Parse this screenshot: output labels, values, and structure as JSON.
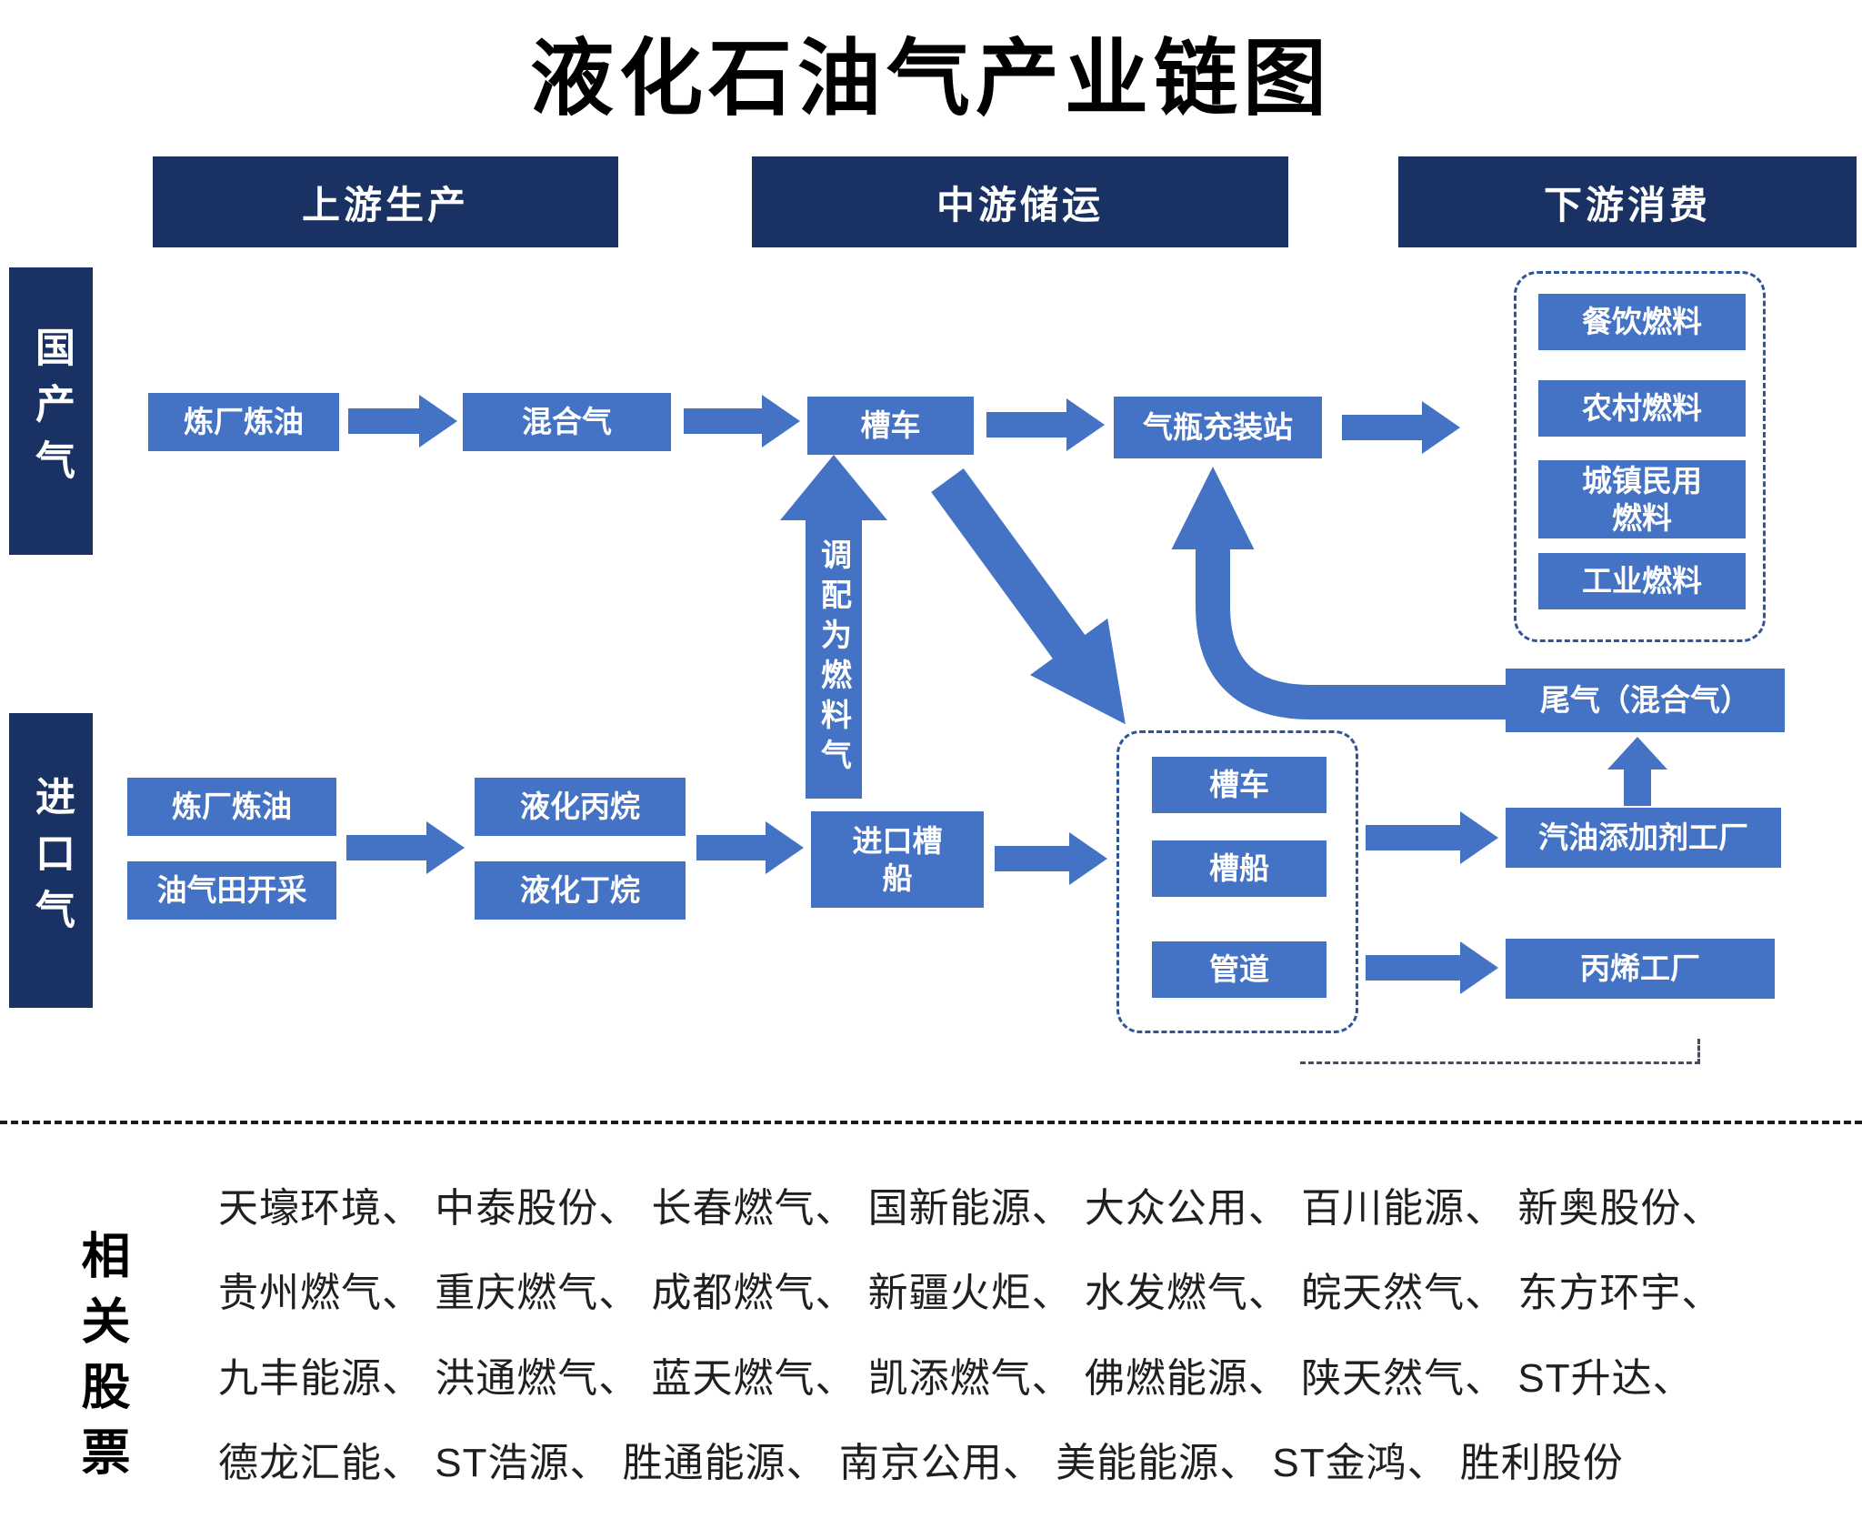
{
  "title": "液化石油气产业链图",
  "colors": {
    "navy": "#1A3263",
    "blue": "#4472C4",
    "dashed_border": "#2F5597"
  },
  "stage_headers": {
    "upstream": "上游生产",
    "midstream": "中游储运",
    "downstream": "下游消费"
  },
  "side_labels": {
    "domestic": "国产气",
    "imported": "进口气"
  },
  "domestic_flow": {
    "refinery": "炼厂炼油",
    "mixed_gas": "混合气",
    "tanker_truck": "槽车",
    "filling_station": "气瓶充装站"
  },
  "blend_arrow_label": "调配为燃料气",
  "consumption": {
    "catering": "餐饮燃料",
    "rural": "农村燃料",
    "urban": "城镇民用\n燃料",
    "industrial": "工业燃料"
  },
  "tail_gas": "尾气（混合气）",
  "imported_flow": {
    "refinery": "炼厂炼油",
    "oilfield": "油气田开采",
    "propane": "液化丙烷",
    "butane": "液化丁烷",
    "import_ship": "进口槽\n船",
    "transport": {
      "truck": "槽车",
      "ship": "槽船",
      "pipeline": "管道"
    },
    "gasoline_additive_plant": "汽油添加剂工厂",
    "propylene_plant": "丙烯工厂"
  },
  "stocks": {
    "label": "相关股票",
    "lines": [
      "天壕环境、 中泰股份、 长春燃气、 国新能源、 大众公用、 百川能源、 新奥股份、",
      "贵州燃气、 重庆燃气、 成都燃气、 新疆火炬、 水发燃气、 皖天然气、 东方环宇、",
      "九丰能源、 洪通燃气、 蓝天燃气、 凯添燃气、 佛燃能源、 陕天然气、 ST升达、",
      "德龙汇能、 ST浩源、 胜通能源、 南京公用、 美能能源、 ST金鸿、 胜利股份"
    ]
  }
}
